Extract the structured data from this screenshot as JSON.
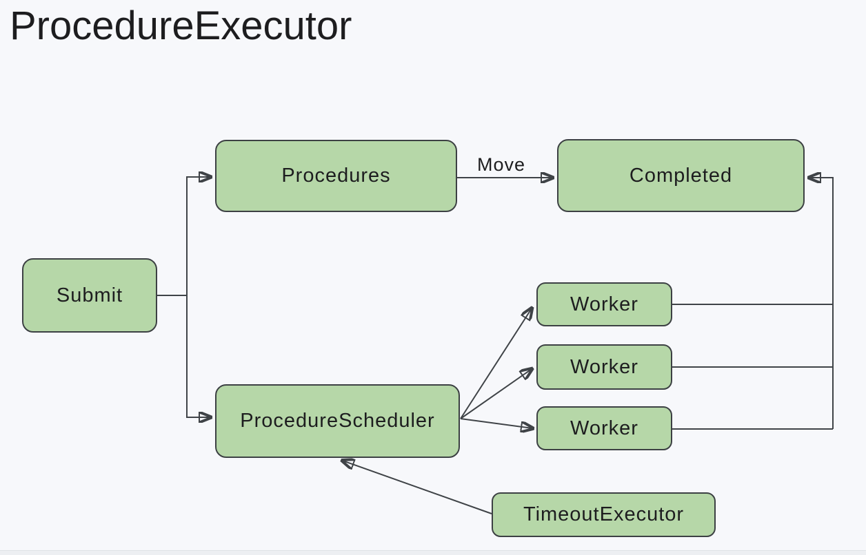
{
  "title": "ProcedureExecutor",
  "nodes": {
    "submit": {
      "label": "Submit"
    },
    "procedures": {
      "label": "Procedures"
    },
    "completed": {
      "label": "Completed"
    },
    "scheduler": {
      "label": "ProcedureScheduler"
    },
    "worker1": {
      "label": "Worker"
    },
    "worker2": {
      "label": "Worker"
    },
    "worker3": {
      "label": "Worker"
    },
    "timeout": {
      "label": "TimeoutExecutor"
    }
  },
  "edges": [
    {
      "from": "Submit",
      "to": "Procedures",
      "label": ""
    },
    {
      "from": "Submit",
      "to": "ProcedureScheduler",
      "label": ""
    },
    {
      "from": "Procedures",
      "to": "Completed",
      "label": "Move"
    },
    {
      "from": "ProcedureScheduler",
      "to": "Worker 1",
      "label": ""
    },
    {
      "from": "ProcedureScheduler",
      "to": "Worker 2",
      "label": ""
    },
    {
      "from": "ProcedureScheduler",
      "to": "Worker 3",
      "label": ""
    },
    {
      "from": "Worker 1",
      "to": "Completed",
      "label": ""
    },
    {
      "from": "Worker 2",
      "to": "Completed",
      "label": ""
    },
    {
      "from": "Worker 3",
      "to": "Completed",
      "label": ""
    },
    {
      "from": "TimeoutExecutor",
      "to": "ProcedureScheduler",
      "label": ""
    }
  ],
  "move_label": "Move",
  "colors": {
    "background": "#f7f8fb",
    "node_fill": "#b6d7a8",
    "node_border": "#3c4043",
    "connector": "#3f4347",
    "text": "#1d1d1f"
  }
}
